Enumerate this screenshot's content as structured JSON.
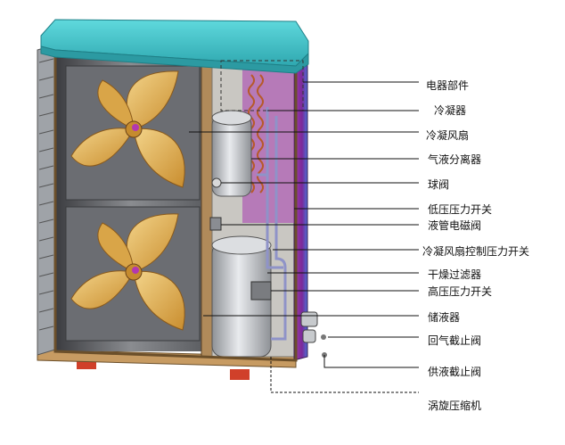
{
  "labels": [
    "电器部件",
    "冷凝器",
    "冷凝风扇",
    "气液分离器",
    "球阀",
    "低压压力开关",
    "液管电磁阀",
    "冷凝风扇控制压力开关",
    "干燥过滤器",
    "高压压力开关",
    "储液器",
    "回气截止阀",
    "供液截止阀",
    "涡旋压缩机"
  ],
  "colors": {
    "lid": "#40c6cc",
    "frame_copper": "#b08a5a",
    "panel_purple": "#9a2f9a",
    "panel_blue": "#4f7fd8",
    "fan_blade": "#e8b85c",
    "fan_shroud": "#7a7c80",
    "base_red": "#d0402a"
  }
}
